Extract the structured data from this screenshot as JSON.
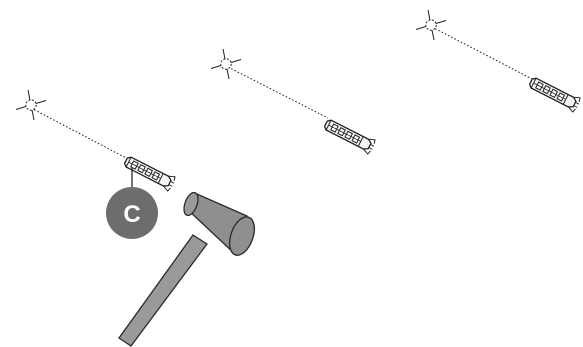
{
  "step": {
    "label": "C",
    "badge_color": "#6d6d6d"
  },
  "drill_points": [
    {
      "name": "drill-point-1"
    },
    {
      "name": "drill-point-2"
    },
    {
      "name": "drill-point-3"
    }
  ],
  "wall_plugs": [
    {
      "name": "wall-plug-1"
    },
    {
      "name": "wall-plug-2"
    },
    {
      "name": "wall-plug-3"
    }
  ],
  "colors": {
    "line": "#222222",
    "plug_fill": "#f4f4f4",
    "hammer_head": "#8f8f8f",
    "hammer_handle": "#9a9a9a",
    "hammer_outline": "#2a2a2a"
  },
  "icons": {
    "drill_point": "crosshair-icon",
    "plug": "wall-plug-icon",
    "tool": "hammer-icon"
  }
}
